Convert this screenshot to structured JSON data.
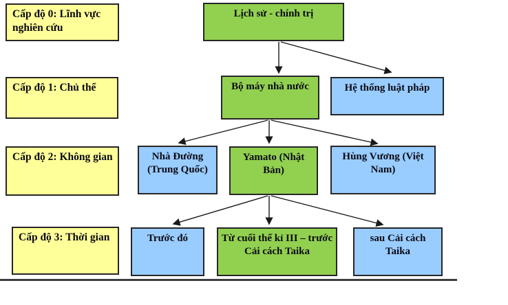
{
  "diagram": {
    "level_labels": [
      "Cấp độ 0: Lĩnh vực nghiên cứu",
      "Cấp độ 1: Chủ thể",
      "Cấp độ 2:  Không gian",
      "Cấp độ 3: Thời gian"
    ],
    "nodes": [
      {
        "id": "lich-su-chinh-tri",
        "text": "Lịch sử - chính trị",
        "color": "green"
      },
      {
        "id": "bo-may-nha-nuoc",
        "text": "Bộ máy nhà nước",
        "color": "green"
      },
      {
        "id": "he-thong-luat-phap",
        "text": "Hệ thống luật pháp",
        "color": "blue"
      },
      {
        "id": "nha-duong",
        "text": "Nhà Đường (Trung Quốc)",
        "color": "blue"
      },
      {
        "id": "yamato",
        "text": "Yamato (Nhật Bản)",
        "color": "green"
      },
      {
        "id": "hung-vuong",
        "text": "Hùng Vương (Việt Nam)",
        "color": "blue"
      },
      {
        "id": "truoc-do",
        "text": "Trước đó",
        "color": "blue"
      },
      {
        "id": "tu-cuoi-the-ki-iii",
        "text": "Từ cuối thế kỉ III – trước Cải cách Taika",
        "color": "green"
      },
      {
        "id": "sau-cai-cach-taika",
        "text": "sau Cải cách Taika",
        "color": "blue"
      }
    ],
    "edges": [
      [
        "lich-su-chinh-tri",
        "bo-may-nha-nuoc"
      ],
      [
        "lich-su-chinh-tri",
        "he-thong-luat-phap"
      ],
      [
        "bo-may-nha-nuoc",
        "nha-duong"
      ],
      [
        "bo-may-nha-nuoc",
        "yamato"
      ],
      [
        "bo-may-nha-nuoc",
        "hung-vuong"
      ],
      [
        "yamato",
        "truoc-do"
      ],
      [
        "yamato",
        "tu-cuoi-the-ki-iii"
      ],
      [
        "yamato",
        "sau-cai-cach-taika"
      ]
    ],
    "colors": {
      "node_green": "#92D050",
      "node_blue": "#99CCFF",
      "label_yellow": "#FFFF99",
      "border": "#262626",
      "arrow": "#1a1a1a"
    }
  }
}
